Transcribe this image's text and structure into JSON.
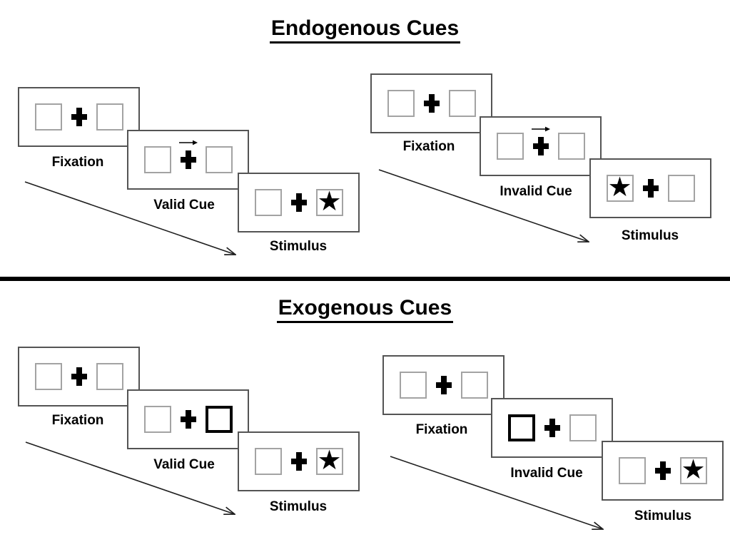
{
  "colors": {
    "panel_border": "#545454",
    "square_border": "#a3a3a3",
    "cue_highlight_border": "#000000",
    "ink": "#000000",
    "background": "#ffffff"
  },
  "symbols": {
    "star": "★"
  },
  "sections": [
    {
      "title": "Endogenous Cues",
      "cue_type": "central arrow above fixation cross",
      "trials": [
        {
          "name": "valid",
          "steps": [
            {
              "label": "Fixation",
              "left_box": "empty",
              "center": "cross",
              "right_box": "empty"
            },
            {
              "label": "Valid Cue",
              "left_box": "empty",
              "center": "cross with right-pointing arrow",
              "right_box": "empty"
            },
            {
              "label": "Stimulus",
              "left_box": "empty",
              "center": "cross",
              "right_box": "star"
            }
          ]
        },
        {
          "name": "invalid",
          "steps": [
            {
              "label": "Fixation",
              "left_box": "empty",
              "center": "cross",
              "right_box": "empty"
            },
            {
              "label": "Invalid Cue",
              "left_box": "empty",
              "center": "cross with right-pointing arrow",
              "right_box": "empty"
            },
            {
              "label": "Stimulus",
              "left_box": "star",
              "center": "cross",
              "right_box": "empty"
            }
          ]
        }
      ]
    },
    {
      "title": "Exogenous Cues",
      "cue_type": "peripheral box brightening",
      "trials": [
        {
          "name": "valid",
          "steps": [
            {
              "label": "Fixation",
              "left_box": "empty",
              "center": "cross",
              "right_box": "empty"
            },
            {
              "label": "Valid Cue",
              "left_box": "empty",
              "center": "cross",
              "right_box": "highlighted"
            },
            {
              "label": "Stimulus",
              "left_box": "empty",
              "center": "cross",
              "right_box": "star"
            }
          ]
        },
        {
          "name": "invalid",
          "steps": [
            {
              "label": "Fixation",
              "left_box": "empty",
              "center": "cross",
              "right_box": "empty"
            },
            {
              "label": "Invalid Cue",
              "left_box": "highlighted",
              "center": "cross",
              "right_box": "empty"
            },
            {
              "label": "Stimulus",
              "left_box": "empty",
              "center": "cross",
              "right_box": "star"
            }
          ]
        }
      ]
    }
  ]
}
